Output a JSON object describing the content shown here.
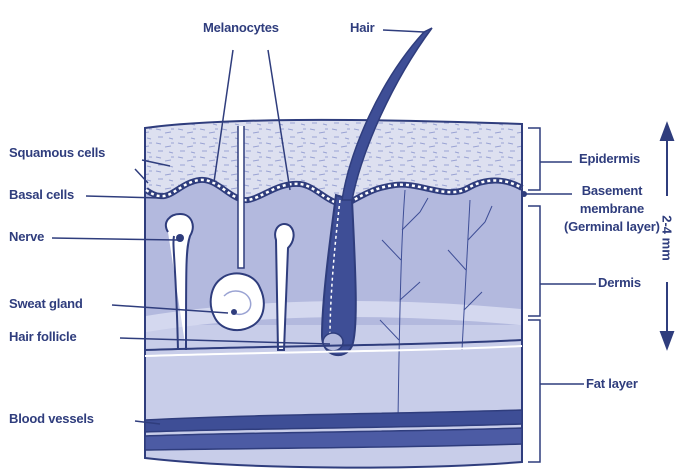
{
  "labels": {
    "melanocytes": "Melanocytes",
    "hair": "Hair",
    "squamous_cells": "Squamous cells",
    "basal_cells": "Basal cells",
    "nerve": "Nerve",
    "sweat_gland": "Sweat gland",
    "hair_follicle": "Hair follicle",
    "blood_vessels": "Blood vessels",
    "epidermis": "Epidermis",
    "basement_membrane_line1": "Basement",
    "basement_membrane_line2": "membrane",
    "germinal_layer": "(Germinal layer)",
    "dermis": "Dermis",
    "fat_layer": "Fat layer",
    "thickness_scale": "2-4 mm"
  },
  "colors": {
    "ink": "#2f3d7d",
    "epidermis": "#d9dcef",
    "dermis": "#b3b9de",
    "fat": "#c5cae8",
    "vessel": "#3e4e96"
  }
}
